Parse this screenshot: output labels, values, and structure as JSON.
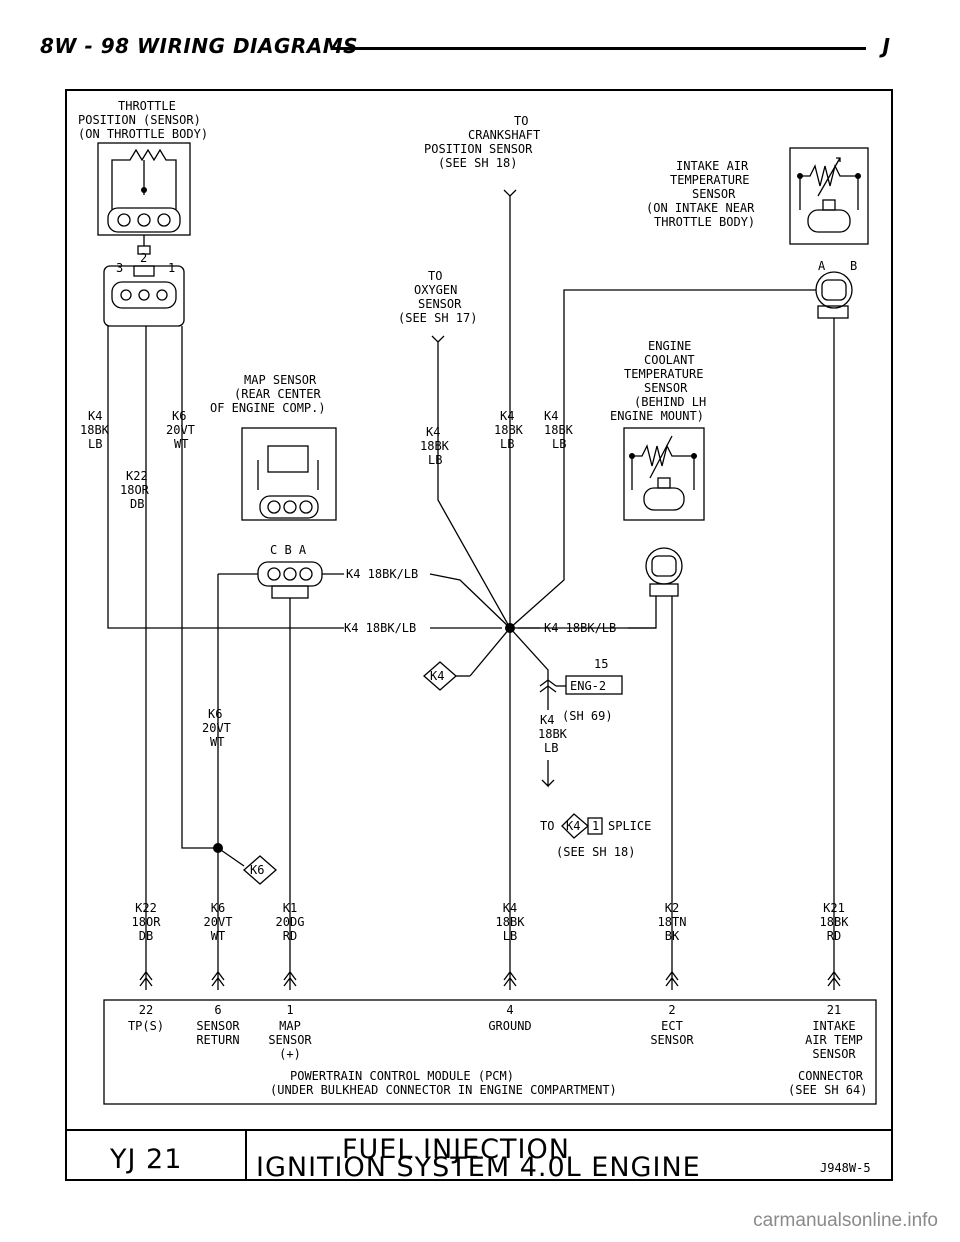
{
  "header": {
    "page_ref": "8W - 98",
    "section": "WIRING DIAGRAMS",
    "model_code": "J"
  },
  "components": {
    "throttle_position_sensor": [
      "THROTTLE",
      "POSITION (SENSOR)",
      "(ON THROTTLE BODY)"
    ],
    "tps_pins": {
      "p3": "3",
      "p2": "2",
      "p1": "1"
    },
    "to_crankshaft": [
      "TO",
      "CRANKSHAFT",
      "POSITION SENSOR",
      "(SEE SH 18)"
    ],
    "intake_air_temp": [
      "INTAKE AIR",
      "TEMPERATURE",
      "SENSOR",
      "(ON INTAKE NEAR",
      "THROTTLE BODY)"
    ],
    "iat_pins": {
      "a": "A",
      "b": "B"
    },
    "to_oxygen": [
      "TO",
      "OXYGEN",
      "SENSOR",
      "(SEE SH 17)"
    ],
    "engine_coolant": [
      "ENGINE",
      "COOLANT",
      "TEMPERATURE",
      "SENSOR",
      "(BEHIND LH",
      "ENGINE MOUNT)"
    ],
    "map_sensor": [
      "MAP SENSOR",
      "(REAR CENTER",
      "OF ENGINE COMP.)"
    ],
    "map_pins": "C B A"
  },
  "wires": {
    "tps_k4": [
      "K4",
      "18BK",
      "LB"
    ],
    "tps_k6": [
      "K6",
      "20VT",
      "WT"
    ],
    "tps_k22": [
      "K22",
      "18OR",
      "DB"
    ],
    "oxy_k4": [
      "K4",
      "18BK",
      "LB"
    ],
    "crank_k4": [
      "K4",
      "18BK",
      "LB"
    ],
    "ect_k4": [
      "K4",
      "18BK",
      "LB"
    ],
    "map_k4": "K4 18BK/LB",
    "left_k4": "K4 18BK/LB",
    "right_k4": "K4 18BK/LB",
    "k6_mid": [
      "K6",
      "20VT",
      "WT"
    ],
    "k4_sh69": [
      "K4",
      "18BK",
      "LB"
    ],
    "sh69": "(SH 69)",
    "eng2_pin": "15",
    "eng2": "ENG-2",
    "k4_tag": "K4",
    "k6_tag": "K6",
    "splice_to": "TO",
    "splice_id": "K4",
    "splice_num": "1",
    "splice_word": "SPLICE",
    "splice_ref": "(SEE SH 18)"
  },
  "pcm_wires": [
    {
      "id": [
        "K22",
        "18OR",
        "DB"
      ],
      "pin": "22",
      "desc": [
        "TP(S)"
      ]
    },
    {
      "id": [
        "K6",
        "20VT",
        "WT"
      ],
      "pin": "6",
      "desc": [
        "SENSOR",
        "RETURN"
      ]
    },
    {
      "id": [
        "K1",
        "20DG",
        "RD"
      ],
      "pin": "1",
      "desc": [
        "MAP",
        "SENSOR",
        "(+)"
      ]
    },
    {
      "id": [
        "K4",
        "18BK",
        "LB"
      ],
      "pin": "4",
      "desc": [
        "GROUND"
      ]
    },
    {
      "id": [
        "K2",
        "18TN",
        "BK"
      ],
      "pin": "2",
      "desc": [
        "ECT",
        "SENSOR"
      ]
    },
    {
      "id": [
        "K21",
        "18BK",
        "RD"
      ],
      "pin": "21",
      "desc": [
        "INTAKE",
        "AIR TEMP",
        "SENSOR"
      ]
    }
  ],
  "pcm": {
    "name": "POWERTRAIN CONTROL MODULE (PCM)",
    "location": "(UNDER BULKHEAD CONNECTOR IN ENGINE COMPARTMENT)",
    "connector": "CONNECTOR",
    "connector_ref": "(SEE SH 64)"
  },
  "footer": {
    "model": "YJ 21",
    "title1": "FUEL INJECTION",
    "title2": "IGNITION SYSTEM 4.0L ENGINE",
    "code": "J948W-5"
  },
  "watermark": "carmanualsonline.info"
}
